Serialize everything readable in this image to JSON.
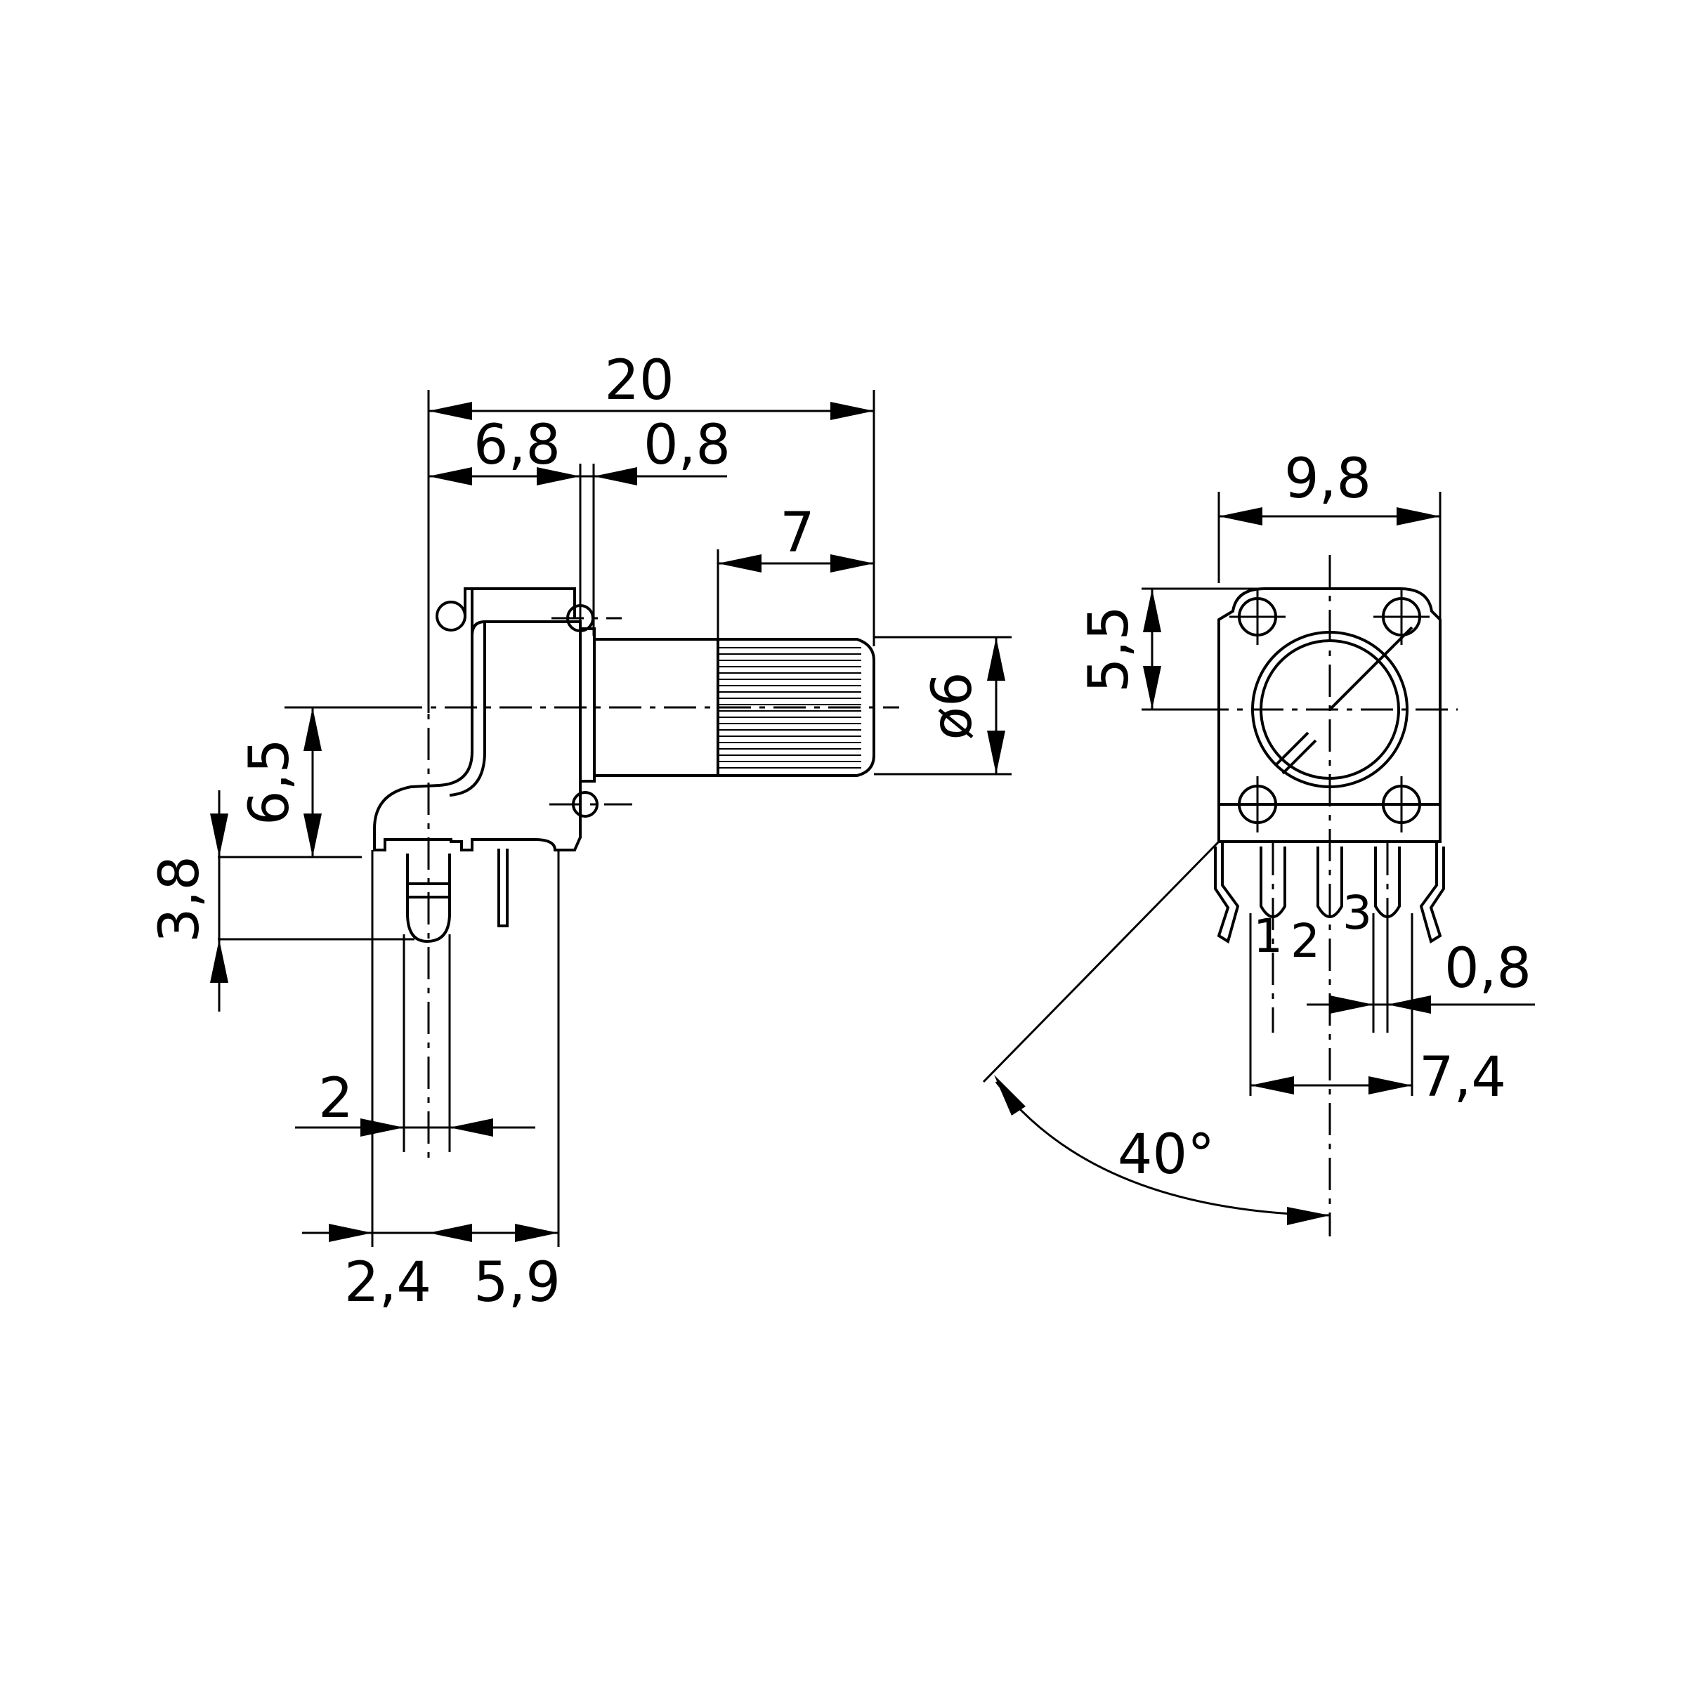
{
  "side_view": {
    "dims": {
      "overall_length": "20",
      "housing_depth": "6,8",
      "flange_thickness": "0,8",
      "knurl_length": "7",
      "shaft_diameter": "ø6",
      "shaft_height": "6,5",
      "peg_length": "3,8",
      "pin_spacing": "2",
      "peg_offset": "2,4",
      "rear_offset": "5,9"
    }
  },
  "front_view": {
    "dims": {
      "body_width": "9,8",
      "axis_height": "5,5",
      "pin_width": "0,8",
      "pin_pitch": "7,4",
      "mount_angle": "40°"
    },
    "pins": [
      "1",
      "2",
      "3"
    ]
  }
}
